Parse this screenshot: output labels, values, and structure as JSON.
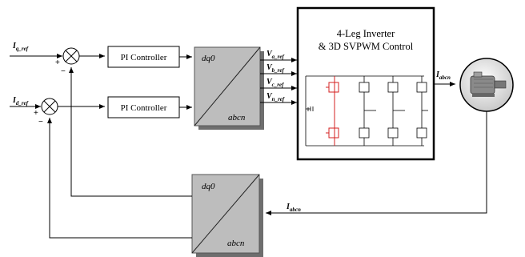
{
  "inputs": {
    "iq_ref": {
      "main": "I",
      "sub": "q_ref"
    },
    "id_ref": {
      "main": "I",
      "sub": "d_ref"
    }
  },
  "signs": {
    "plus": "+",
    "minus": "−"
  },
  "controllers": {
    "pi_top": "PI Controller",
    "pi_bottom": "PI Controller"
  },
  "transform_top": {
    "from": "dq0",
    "to": "abcn"
  },
  "transform_bottom": {
    "from": "dq0",
    "to": "abcn"
  },
  "voltage_refs": [
    {
      "main": "V",
      "sub": "a_ref"
    },
    {
      "main": "V",
      "sub": "b_ref"
    },
    {
      "main": "V",
      "sub": "c_ref"
    },
    {
      "main": "V",
      "sub": "n_ref"
    }
  ],
  "inverter": {
    "line1": "4-Leg Inverter",
    "line2": "& 3D SVPWM Control"
  },
  "output_current": {
    "main": "I",
    "sub": "abcn"
  },
  "feedback_current": {
    "main": "I",
    "sub": "abcn"
  },
  "icons": {
    "motor": "motor-icon",
    "summing": "summing-junction-icon",
    "switch": "igbt-switch-icon"
  },
  "colors": {
    "highlight_leg": "#d42020",
    "block_shadow": "#6e6e6e",
    "block_fill": "#bdbdbd"
  }
}
